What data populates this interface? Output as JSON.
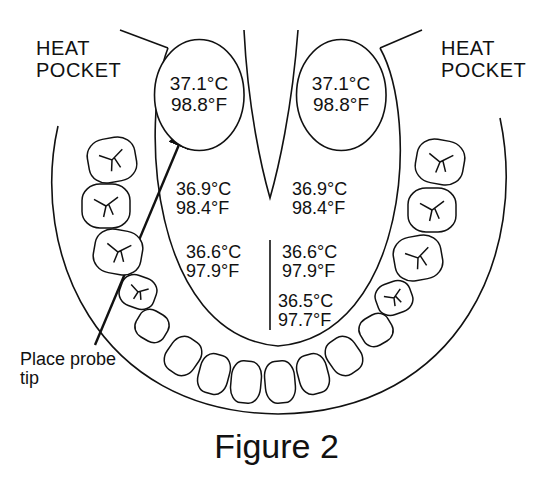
{
  "diagram": {
    "caption": "Figure 2",
    "nodes": [
      {
        "text": [
          "37.1°C 98.8°F"
        ]
      },
      {
        "text": [
          "37.1°C 98.8°F"
        ]
      }
    ],
    "edges": [],
    "labels": [
      "HEAT POCKET",
      "HEAT POCKET",
      "36.9°C 98.4°F",
      "36.9°C 98.4°F",
      "36.6°C 97.9°F",
      "36.6°C 97.9°F",
      "36.5°C 97.7°F",
      "Place probe tip"
    ]
  }
}
